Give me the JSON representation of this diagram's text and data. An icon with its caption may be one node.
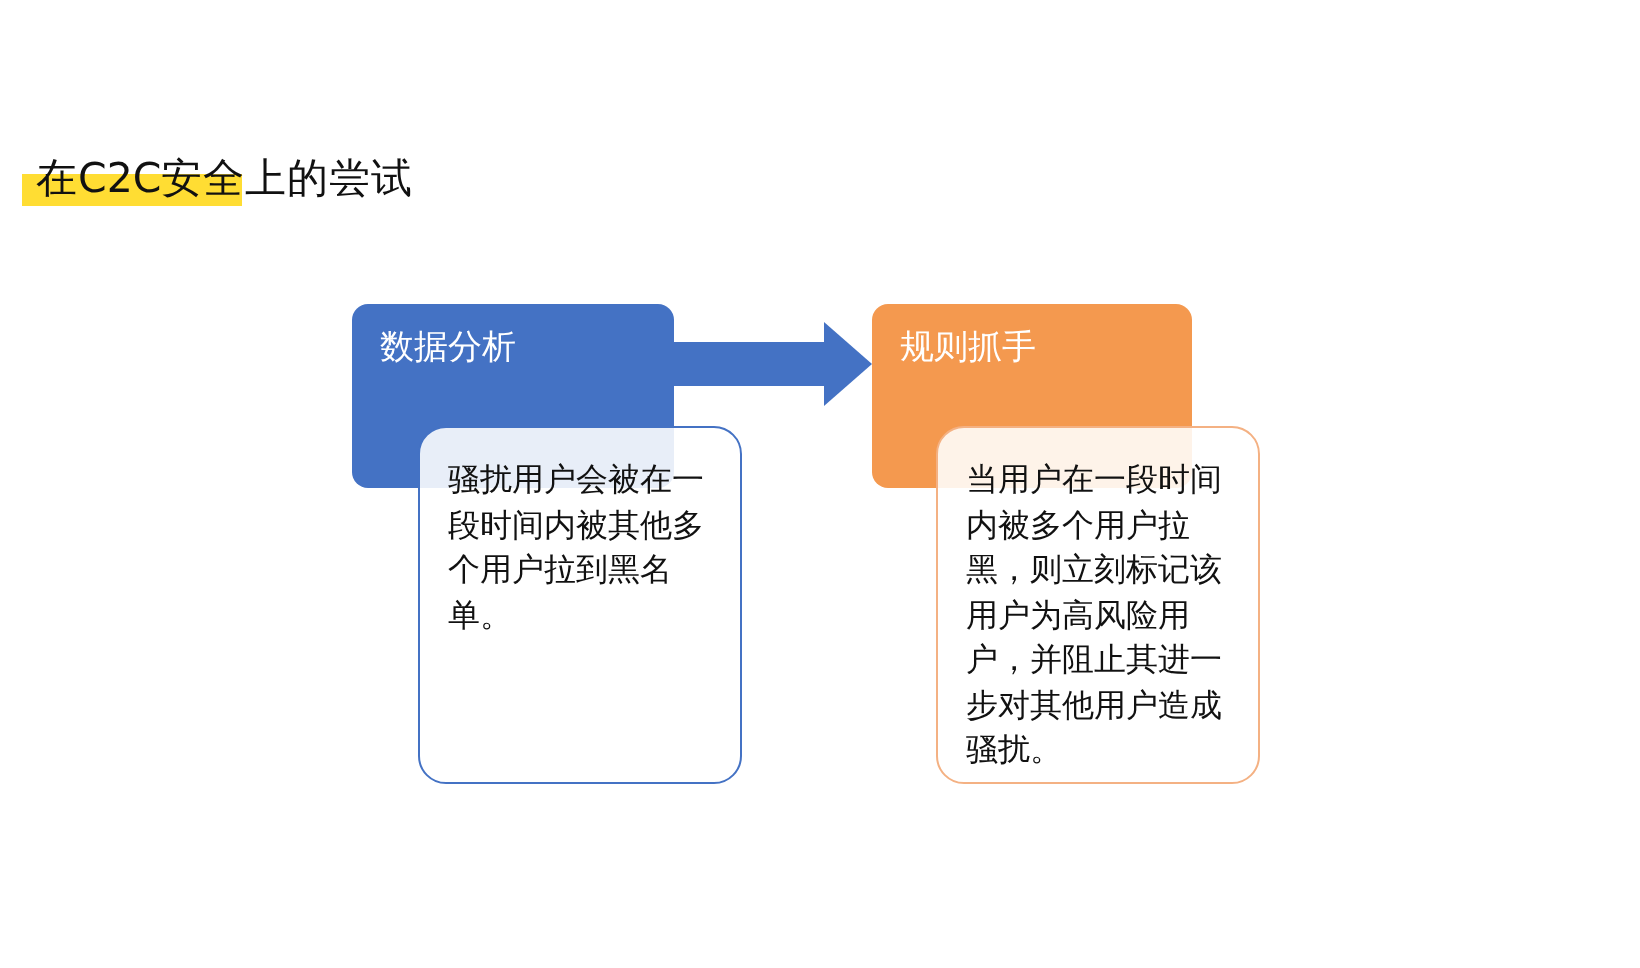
{
  "diagram": {
    "title": "在C2C安全上的尝试",
    "nodes": [
      {
        "text": [
          "数据分析"
        ]
      },
      {
        "text": [
          "骚扰用户会被在一段时间内被其他多个用户拉到黑名单。"
        ]
      },
      {
        "text": [
          "规则抓手"
        ]
      },
      {
        "text": [
          "当用户在一段时间内被多个用户拉黑，则立刻标记该用户为高风险用户，并阻止其进一步对其他用户造成骚扰。"
        ]
      }
    ],
    "edges": [
      {
        "from": 0,
        "to": 2,
        "arrow": "to"
      }
    ]
  }
}
